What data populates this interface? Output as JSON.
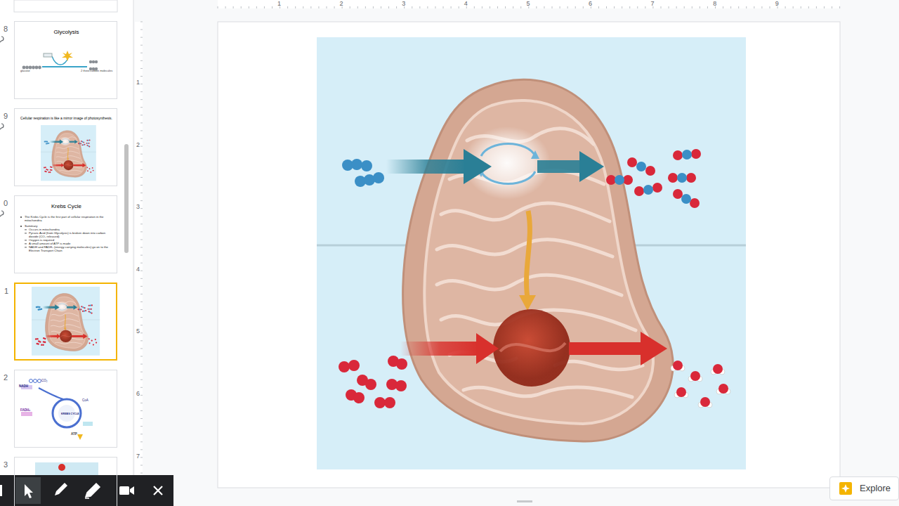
{
  "diagram": {
    "nodes": [
      {
        "text": [
          "8",
          "Glycolysis",
          "glucose",
          "2 three-carbon molecules"
        ]
      },
      {
        "text": [
          "9",
          "Cellular respiration is like a mirror image of photosynthesis."
        ]
      },
      {
        "text": [
          "0",
          "Krebs Cycle",
          "The Krebs Cycle is the first part of cellular respiration in the mitochondria",
          "Summary",
          "Occurs in mitochondria",
          "Pyruvic Acid (from Glycolysis) is broken down into carbon dioxide (CO₂ released)",
          "Oxygen is required",
          "A small amount of ATP is made",
          "NADH and FADH₂ (energy carrying molecules) go on to the Electron Transport Chain"
        ]
      },
      {
        "text": [
          "1"
        ]
      },
      {
        "text": [
          "2",
          "NADH",
          "CO₂",
          "CoA",
          "KREBS CYCLE",
          "FADH₂",
          "ATP"
        ]
      },
      {
        "text": [
          "3"
        ]
      },
      {
        "text": [
          "Explore"
        ]
      }
    ],
    "labels": [
      "1",
      "2",
      "3",
      "4",
      "5",
      "6",
      "7",
      "8",
      "9",
      "1",
      "2",
      "3",
      "4",
      "5",
      "6",
      "7"
    ]
  }
}
